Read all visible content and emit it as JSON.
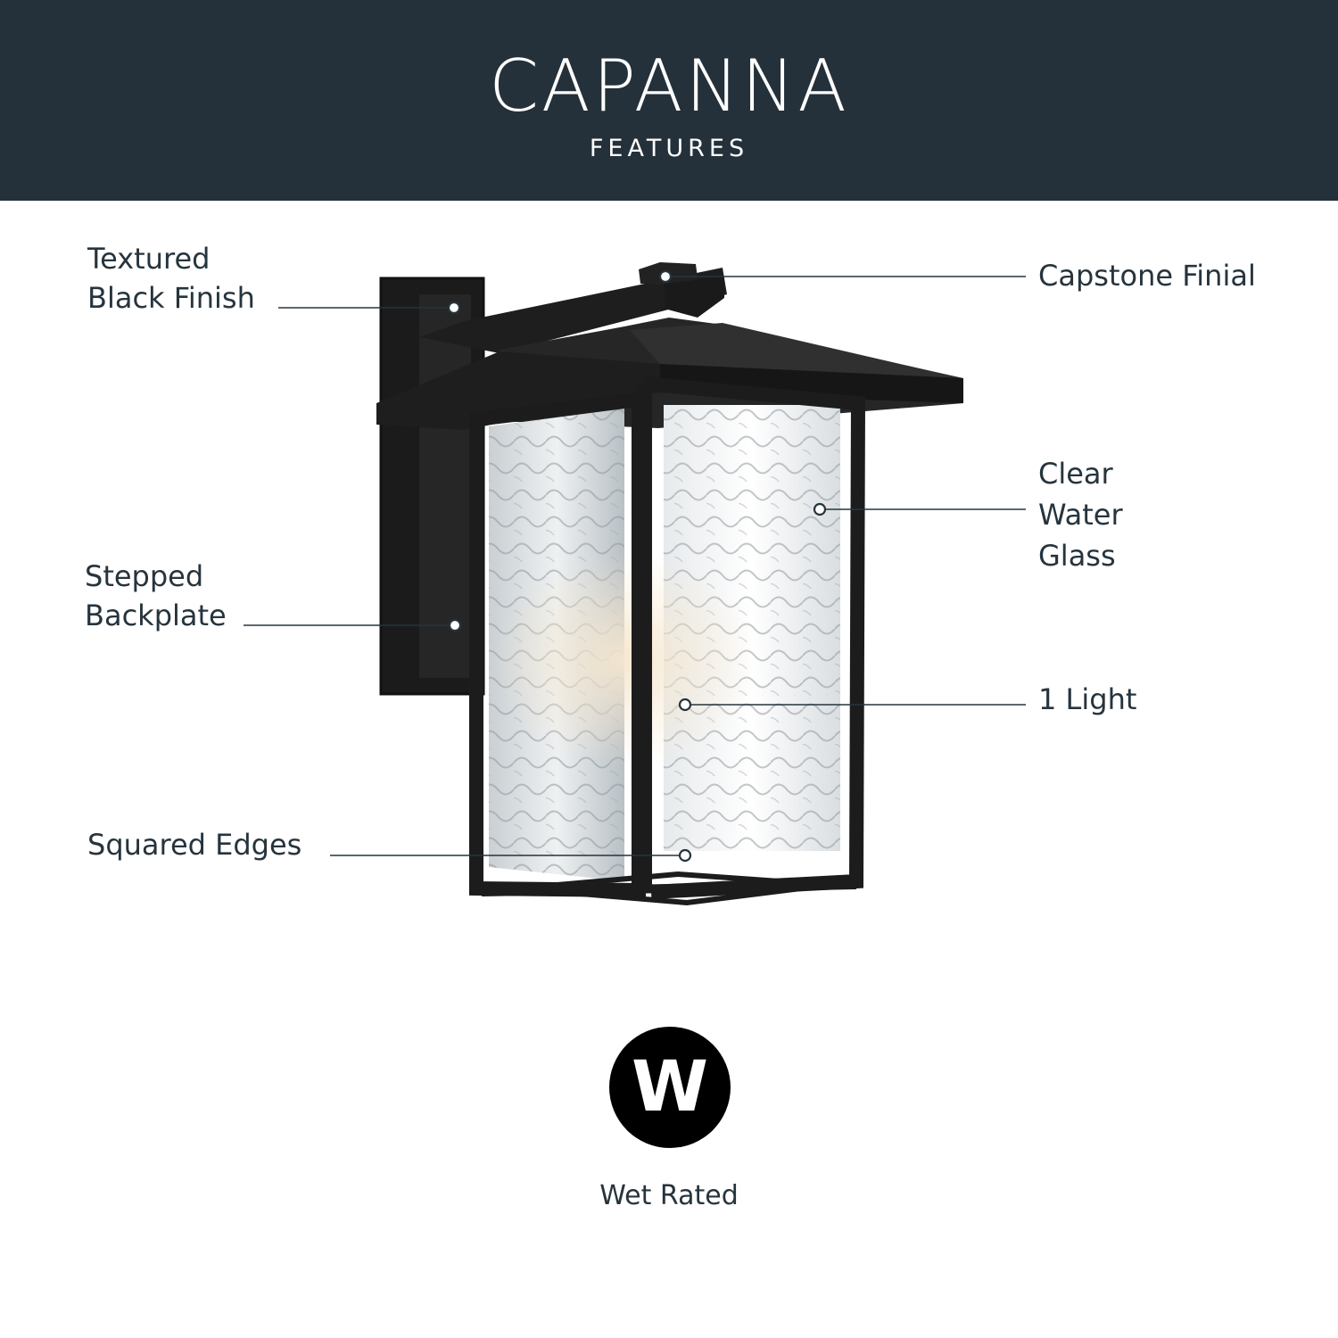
{
  "header": {
    "brand": "CAPANNA",
    "subtitle": "FEATURES"
  },
  "colors": {
    "header_bg": "#24313a",
    "text": "#26343d",
    "fixture": "#1c1c1c",
    "badge": "#000000"
  },
  "callouts": {
    "textured": {
      "line1": "Textured",
      "line2": "Black Finish"
    },
    "capstone": {
      "line1": "Capstone Finial"
    },
    "glass": {
      "line1": "Clear",
      "line2": "Water",
      "line3": "Glass"
    },
    "backplate": {
      "line1": "Stepped",
      "line2": "Backplate"
    },
    "light": {
      "line1": "1 Light"
    },
    "edges": {
      "line1": "Squared Edges"
    }
  },
  "badge": {
    "letter": "W",
    "label": "Wet Rated"
  }
}
